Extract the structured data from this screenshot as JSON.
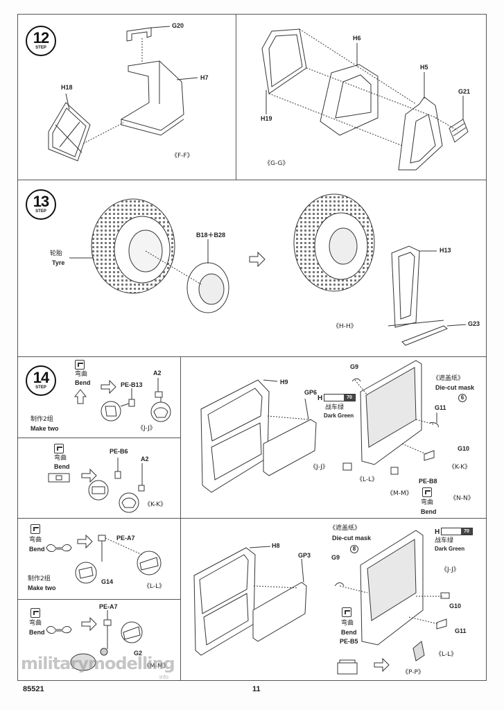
{
  "page": {
    "kit_number": "85521",
    "page_number": "11",
    "watermark": "militarymodelling",
    "watermark_sub": "info"
  },
  "steps": {
    "s12": {
      "number": "12",
      "word": "STEP"
    },
    "s13": {
      "number": "13",
      "word": "STEP"
    },
    "s14": {
      "number": "14",
      "word": "STEP"
    }
  },
  "step12": {
    "left": {
      "parts": {
        "g20": "G20",
        "h7": "H7",
        "h18": "H18"
      },
      "view": "《F-F》"
    },
    "right": {
      "parts": {
        "h6": "H6",
        "h5": "H5",
        "g21": "G21",
        "h19": "H19"
      },
      "view": "《G-G》"
    }
  },
  "step13": {
    "tyre_cn": "轮胎",
    "tyre_en": "Tyre",
    "rim": "B18＋B28",
    "h13": "H13",
    "g23": "G23",
    "view": "《H-H》"
  },
  "step14": {
    "make_two_cn": "制作2组",
    "make_two_en": "Make two",
    "bend_cn": "弯曲",
    "bend_en": "Bend",
    "jj": {
      "pe": "PE-B13",
      "a2": "A2",
      "view": "《J-J》"
    },
    "kk": {
      "pe": "PE-B6",
      "a2": "A2",
      "view": "《K-K》"
    },
    "ll": {
      "pe": "PE-A7",
      "g14": "G14",
      "view": "《L-L》"
    },
    "mm": {
      "pe": "PE-A7",
      "g2": "G2",
      "view": "《M-M》"
    },
    "door_top": {
      "h9": "H9",
      "gp6": "GP6",
      "g9": "G9",
      "mask_cn": "《遮盖纸》",
      "mask_en": "Die-cut mask",
      "mask_no": "6",
      "g11": "G11",
      "g10": "G10",
      "pe_b8": "PE-B8",
      "color_letter": "H",
      "color_no": "70",
      "color_cn": "战车绿",
      "color_en": "Dark Green",
      "views": {
        "jj": "《J-J》",
        "ll": "《L-L》",
        "mm": "《M-M》",
        "kk": "《K-K》",
        "nn": "《N-N》"
      },
      "bend_cn": "弯曲",
      "bend_en": "Bend"
    },
    "door_bottom": {
      "h8": "H8",
      "gp3": "GP3",
      "g9": "G9",
      "mask_cn": "《遮盖纸》",
      "mask_en": "Die-cut mask",
      "mask_no": "8",
      "color_letter": "H",
      "color_no": "70",
      "color_cn": "战车绿",
      "color_en": "Dark Green",
      "jj": "《J-J》",
      "g10": "G10",
      "g11": "G11",
      "ll": "《L-L》",
      "pe_b5": "PE-B5",
      "pp": "《P-P》",
      "bend_cn": "弯曲",
      "bend_en": "Bend"
    }
  }
}
